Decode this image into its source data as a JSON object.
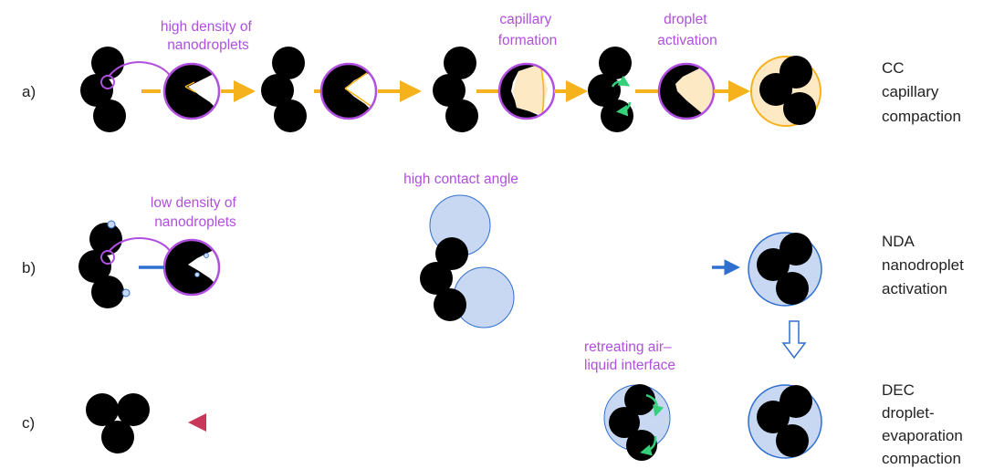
{
  "row_a": {
    "letter": "a)",
    "annotations": {
      "high_density": [
        "high density of",
        "nanodroplets"
      ],
      "capillary_formation": [
        "capillary",
        "formation"
      ],
      "droplet_activation": [
        "droplet",
        "activation"
      ]
    },
    "label": [
      "CC",
      "capillary",
      "compaction"
    ]
  },
  "row_b": {
    "letter": "b)",
    "annotations": {
      "low_density": [
        "low density of",
        "nanodroplets"
      ],
      "high_contact_angle": "high contact angle"
    },
    "label": [
      "NDA",
      "nanodroplet",
      "activation"
    ]
  },
  "row_c": {
    "letter": "c)",
    "annotations": {
      "retreating": [
        "retreating air–",
        "liquid interface"
      ]
    },
    "label": [
      "DEC",
      "droplet-",
      "evaporation",
      "compaction"
    ]
  },
  "colors": {
    "particle": "#000000",
    "annotation": "#b04fe0",
    "cc_arrow": "#f5b21c",
    "nda_arrow": "#2f6fd0",
    "dec_arrow": "#c8385a",
    "water_fill": "#c9d8f2",
    "capillary_fill": "#fde9c4",
    "rotation_arrow": "#35d07a"
  }
}
